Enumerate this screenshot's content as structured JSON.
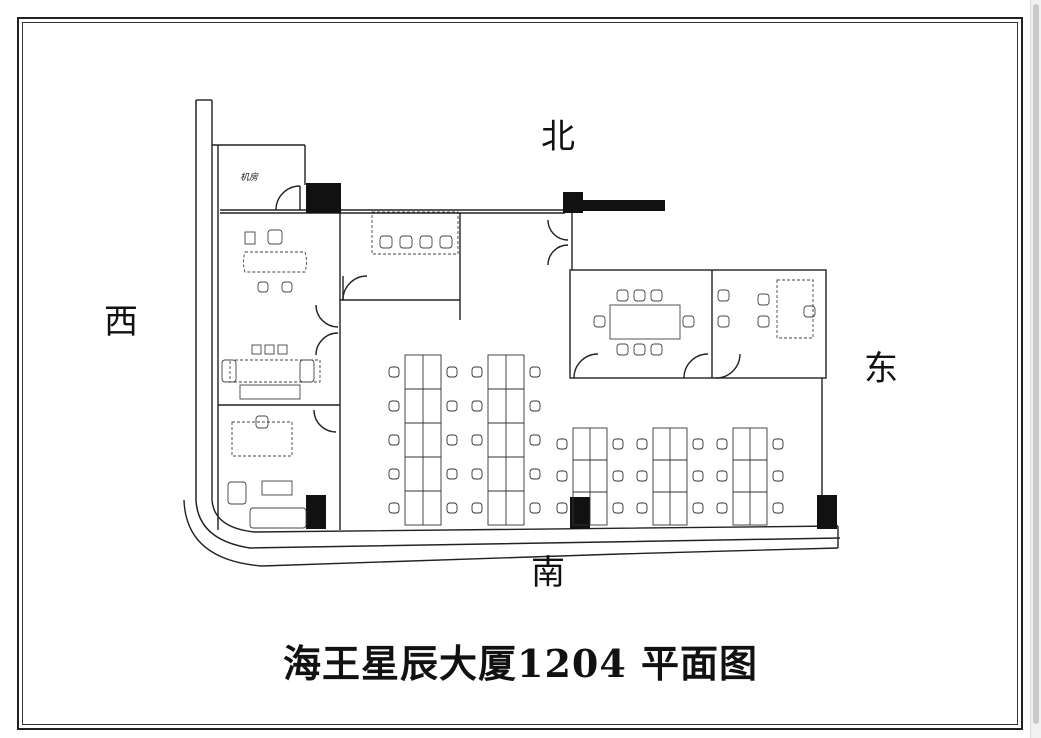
{
  "title": "海王星辰大厦1204  平面图",
  "compass": {
    "north": "北",
    "south": "南",
    "west": "西",
    "east": "东"
  },
  "rooms": {
    "server_room_label": "机房"
  }
}
